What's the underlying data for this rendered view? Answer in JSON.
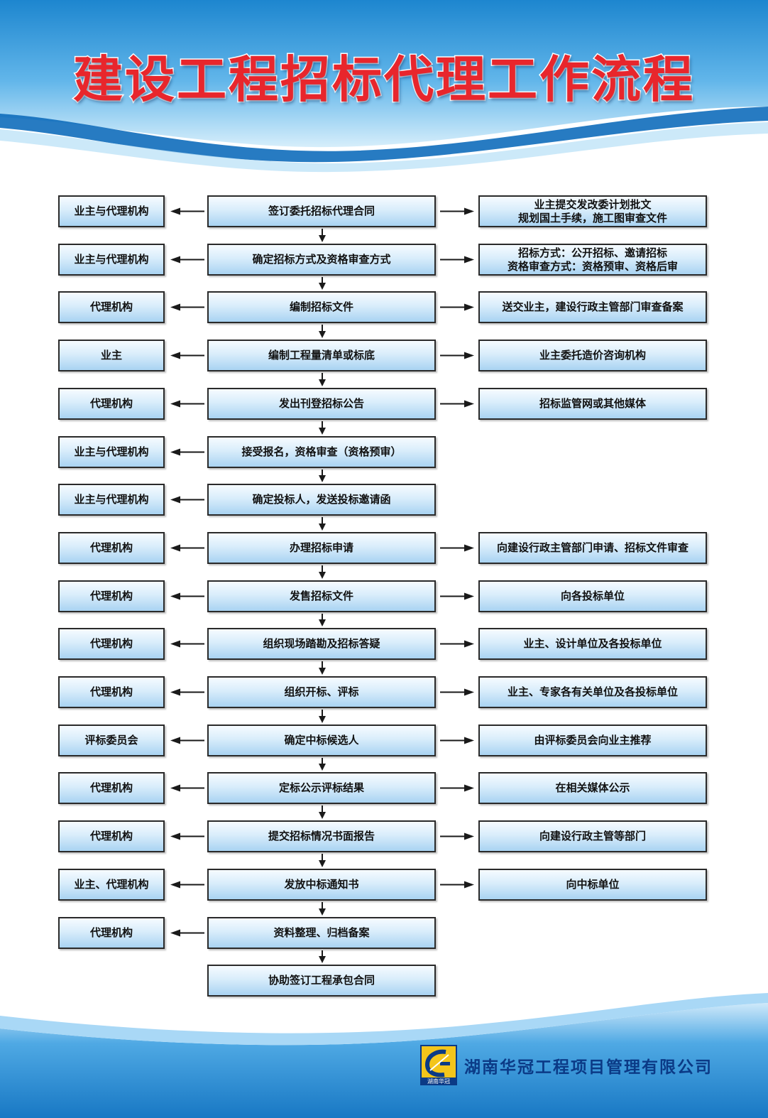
{
  "title": "建设工程招标代理工作流程",
  "colors": {
    "title": "#e8262c",
    "sky": "#1f8fd6",
    "box_border": "#2a2a2a",
    "company": "#0b3a86"
  },
  "steps": [
    {
      "left": "业主与代理机构",
      "mid": "签订委托招标代理合同",
      "right": "业主提交发改委计划批文\n规划国土手续，施工图审查文件"
    },
    {
      "left": "业主与代理机构",
      "mid": "确定招标方式及资格审查方式",
      "right": "招标方式：公开招标、邀请招标\n资格审查方式：资格预审、资格后审"
    },
    {
      "left": "代理机构",
      "mid": "编制招标文件",
      "right": "送交业主，建设行政主管部门审查备案"
    },
    {
      "left": "业主",
      "mid": "编制工程量清单或标底",
      "right": "业主委托造价咨询机构"
    },
    {
      "left": "代理机构",
      "mid": "发出刊登招标公告",
      "right": "招标监管网或其他媒体"
    },
    {
      "left": "业主与代理机构",
      "mid": "接受报名，资格审查（资格预审）",
      "right": ""
    },
    {
      "left": "业主与代理机构",
      "mid": "确定投标人，发送投标邀请函",
      "right": ""
    },
    {
      "left": "代理机构",
      "mid": "办理招标申请",
      "right": "向建设行政主管部门申请、招标文件审查"
    },
    {
      "left": "代理机构",
      "mid": "发售招标文件",
      "right": "向各投标单位"
    },
    {
      "left": "代理机构",
      "mid": "组织现场踏勘及招标答疑",
      "right": "业主、设计单位及各投标单位"
    },
    {
      "left": "代理机构",
      "mid": "组织开标、评标",
      "right": "业主、专家各有关单位及各投标单位"
    },
    {
      "left": "评标委员会",
      "mid": "确定中标候选人",
      "right": "由评标委员会向业主推荐"
    },
    {
      "left": "代理机构",
      "mid": "定标公示评标结果",
      "right": "在相关媒体公示"
    },
    {
      "left": "代理机构",
      "mid": "提交招标情况书面报告",
      "right": "向建设行政主管等部门"
    },
    {
      "left": "业主、代理机构",
      "mid": "发放中标通知书",
      "right": "向中标单位"
    },
    {
      "left": "代理机构",
      "mid": "资料整理、归档备案",
      "right": ""
    },
    {
      "left": "",
      "mid": "协助签订工程承包合同",
      "right": ""
    }
  ],
  "company": {
    "logo_icon": "hnhg-logo-icon",
    "logo_caption": "湖南华冠",
    "name": "湖南华冠工程项目管理有限公司"
  }
}
